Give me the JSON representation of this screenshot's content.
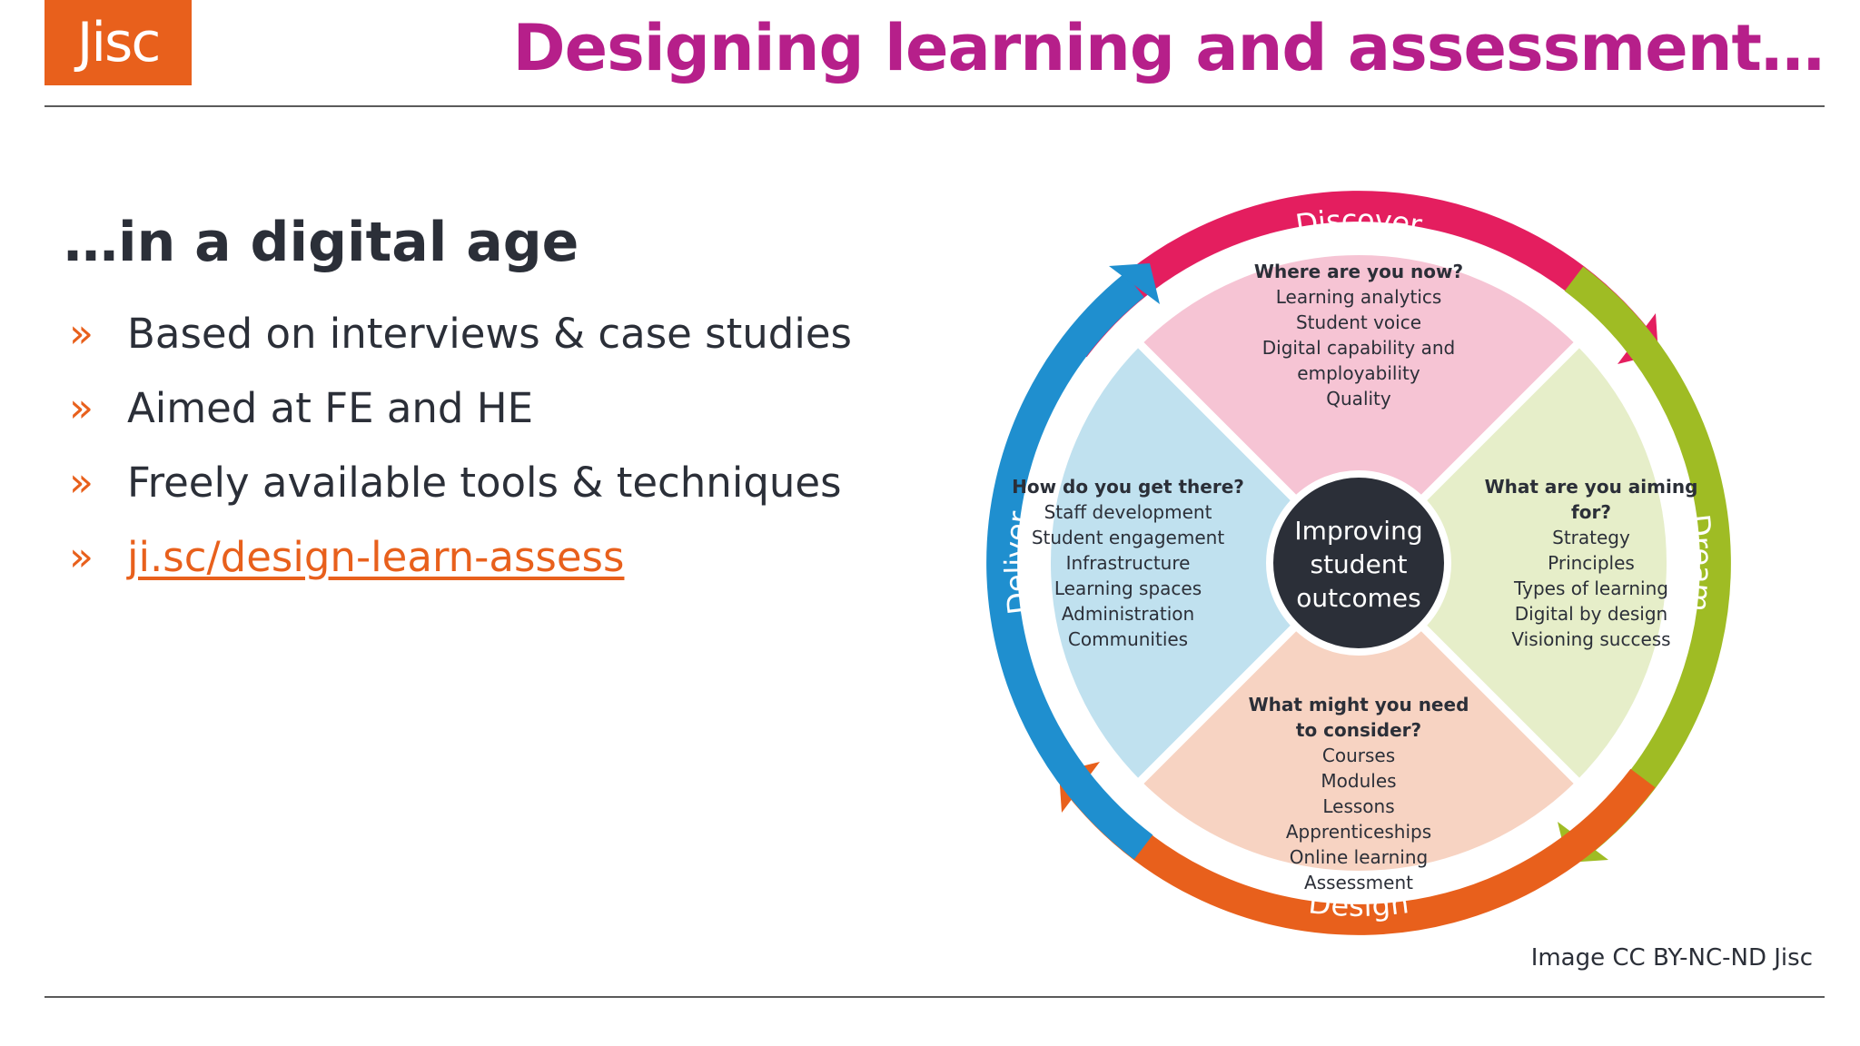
{
  "header": {
    "logo_text": "Jisc",
    "title": "Designing learning and assessment…"
  },
  "content": {
    "subtitle": "…in a digital age",
    "bullet_glyph": "»",
    "bullets": [
      "Based on interviews & case studies",
      "Aimed at FE and HE",
      "Freely available tools & techniques"
    ],
    "link_text": "ji.sc/design-learn-assess"
  },
  "diagram": {
    "center": [
      "Improving",
      "student",
      "outcomes"
    ],
    "rings": {
      "discover": "Discover",
      "dream": "Dream",
      "design": "Design",
      "deliver": "Deliver"
    },
    "quadrants": {
      "top": {
        "heading": [
          "Where are you now?"
        ],
        "items": [
          "Learning analytics",
          "Student voice",
          "Digital capability and",
          "employability",
          "Quality"
        ]
      },
      "right": {
        "heading": [
          "What are you aiming",
          "for?"
        ],
        "items": [
          "Strategy",
          "Principles",
          "Types of learning",
          "Digital by design",
          "Visioning success"
        ]
      },
      "bottom": {
        "heading": [
          "What might you need",
          "to consider?"
        ],
        "items": [
          "Courses",
          "Modules",
          "Lessons",
          "Apprenticeships",
          "Online learning",
          "Assessment"
        ]
      },
      "left": {
        "heading": [
          "How do you get there?"
        ],
        "items": [
          "Staff development",
          "Student engagement",
          "Infrastructure",
          "Learning spaces",
          "Administration",
          "Communities"
        ]
      }
    },
    "colors": {
      "discover": "#e41e5f",
      "dream": "#9fbc24",
      "design": "#e8601c",
      "deliver": "#1f8fcf",
      "top_fill": "#f6c4d4",
      "right_fill": "#e6eec9",
      "bottom_fill": "#f7d3c2",
      "left_fill": "#c0e1ef",
      "center_fill": "#2b2f38"
    }
  },
  "credit": "Image CC BY-NC-ND Jisc"
}
